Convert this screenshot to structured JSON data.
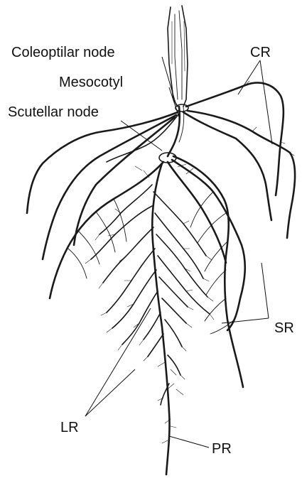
{
  "labels": {
    "coleoptilar_node": "Coleoptilar node",
    "mesocotyl": "Mesocotyl",
    "scutellar_node": "Scutellar node",
    "cr": "CR",
    "sr": "SR",
    "lr": "LR",
    "pr": "PR"
  },
  "colors": {
    "ink": "#111111",
    "background": "#ffffff"
  }
}
